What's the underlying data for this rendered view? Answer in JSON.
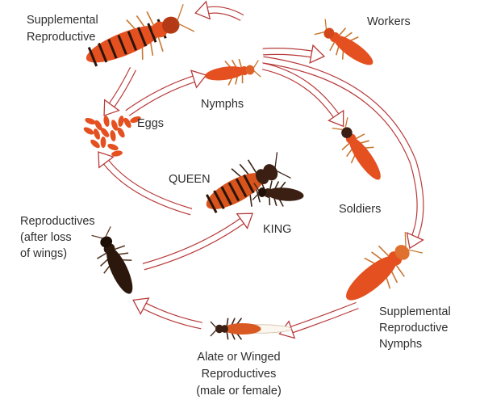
{
  "diagram": {
    "labels": {
      "supplemental_reproductive": [
        "Supplemental",
        "Reproductive"
      ],
      "workers": "Workers",
      "nymphs": "Nymphs",
      "eggs": "Eggs",
      "queen": "QUEEN",
      "king": "KING",
      "soldiers": "Soldiers",
      "reproductives": [
        "Reproductives",
        "(after loss",
        "of wings)"
      ],
      "supplemental_reproductive_nymphs": [
        "Supplemental",
        "Reproductive",
        "Nymphs"
      ],
      "alate": [
        "Alate or Winged",
        "Reproductives",
        "(male or female)"
      ]
    },
    "transitions": [
      {
        "from": "Nymphs",
        "to": "Supplemental Reproductive"
      },
      {
        "from": "Nymphs",
        "to": "Workers"
      },
      {
        "from": "Nymphs",
        "to": "Soldiers"
      },
      {
        "from": "Nymphs",
        "to": "Supplemental Reproductive Nymphs"
      },
      {
        "from": "Supplemental Reproductive",
        "to": "Eggs"
      },
      {
        "from": "Eggs",
        "to": "Nymphs"
      },
      {
        "from": "QUEEN",
        "to": "Eggs"
      },
      {
        "from": "Reproductives",
        "to": "KING"
      },
      {
        "from": "Alate or Winged Reproductives",
        "to": "Reproductives"
      },
      {
        "from": "Supplemental Reproductive Nymphs",
        "to": "Alate or Winged Reproductives"
      }
    ],
    "colors": {
      "arrow": "#b83a3a",
      "termite_orange": "#e4501f",
      "termite_dark": "#3a1f12"
    }
  }
}
